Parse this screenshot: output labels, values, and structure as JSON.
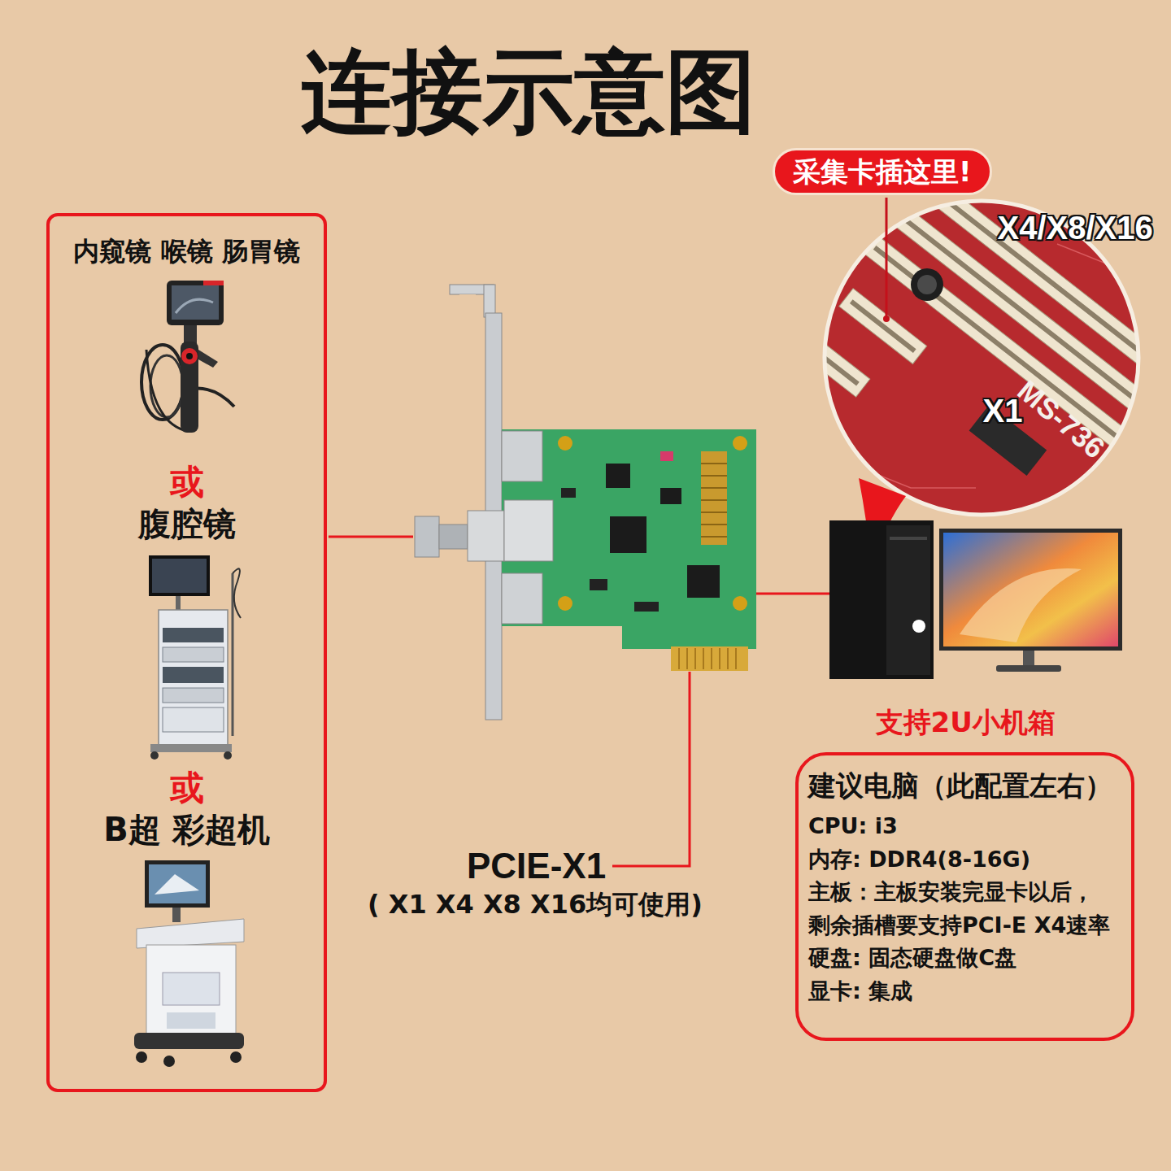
{
  "diagram": {
    "title": "连接示意图",
    "nodes": [
      {
        "text": [
          "内窥镜 喉镜 肠胃镜",
          "或",
          "腹腔镜",
          "或",
          "B超 彩超机"
        ]
      },
      {
        "text": [
          "采集卡插这里!"
        ]
      },
      {
        "text": [
          "建议电脑（此配置左右）",
          "CPU: i3",
          "内存: DDR4(8-16G)",
          "主板：主板安装完显卡以后， 剩余插槽要支持PCI-E X4速率",
          "硬盘: 固态硬盘做C盘",
          "显卡: 集成"
        ]
      }
    ],
    "labels": [
      "X4/X8/X16",
      "X1",
      "MS-736",
      "支持2U小机箱",
      "PCIE-X1",
      "( X1 X4 X8 X16均可使用)"
    ]
  }
}
